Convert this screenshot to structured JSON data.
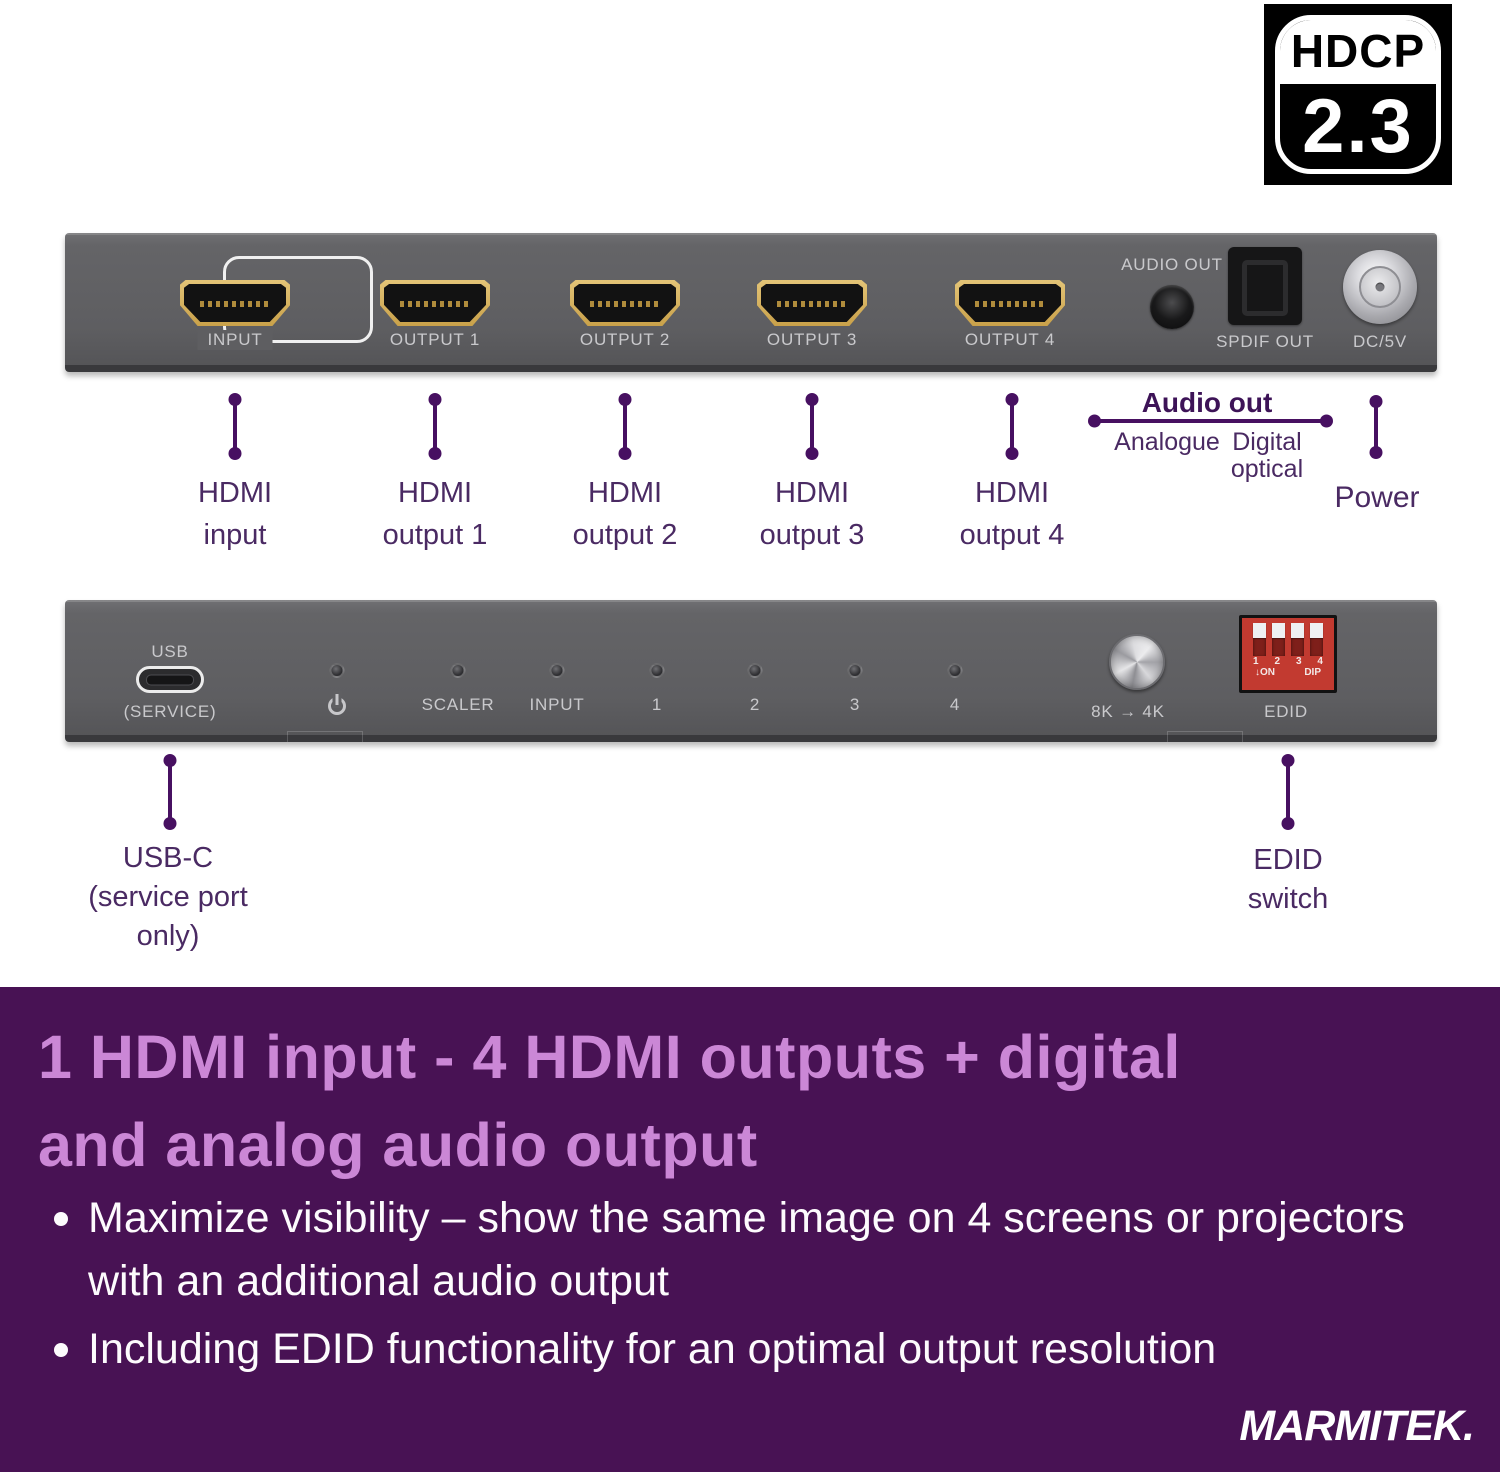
{
  "badge": {
    "line1": "HDCP",
    "line2": "2.3"
  },
  "back_panel": {
    "ports": [
      {
        "label": "INPUT"
      },
      {
        "label": "OUTPUT 1"
      },
      {
        "label": "OUTPUT 2"
      },
      {
        "label": "OUTPUT 3"
      },
      {
        "label": "OUTPUT 4"
      }
    ],
    "audio_out_label": "AUDIO OUT",
    "spdif_label": "SPDIF OUT",
    "dc_label": "DC/5V"
  },
  "back_ann": {
    "hdmi": [
      {
        "line1": "HDMI",
        "line2": "input"
      },
      {
        "line1": "HDMI",
        "line2": "output 1"
      },
      {
        "line1": "HDMI",
        "line2": "output 2"
      },
      {
        "line1": "HDMI",
        "line2": "output 3"
      },
      {
        "line1": "HDMI",
        "line2": "output 4"
      }
    ],
    "audio_title": "Audio out",
    "analogue": "Analogue",
    "digital1": "Digital",
    "digital2": "optical",
    "power": "Power"
  },
  "front_panel": {
    "usb_top": "USB",
    "usb_bottom": "(SERVICE)",
    "power_led_icon": "power-icon",
    "leds": [
      "SCALER",
      "INPUT",
      "1",
      "2",
      "3",
      "4"
    ],
    "scaler_button_label": "8K → 4K",
    "dip": {
      "numbers": [
        "1",
        "2",
        "3",
        "4"
      ],
      "on_label": "↓ON",
      "dip_label": "DIP",
      "label": "EDID"
    }
  },
  "front_ann": {
    "usb": [
      "USB-C",
      "(service port",
      "only)"
    ],
    "edid": [
      "EDID",
      "switch"
    ]
  },
  "info": {
    "heading1": "1 HDMI input - 4 HDMI outputs + digital",
    "heading2": "and analog audio output",
    "bullets": [
      "Maximize visibility – show the same image on 4 screens or projectors with an additional audio output",
      "Including EDID functionality for an optimal output resolution"
    ],
    "brand": "MARMITEK."
  },
  "colors": {
    "annotation_purple": "#471061",
    "info_background": "#481254",
    "heading_pink": "#cb87d6",
    "panel_gray": "#5e5e61",
    "hdmi_gold": "#c9a14a",
    "dip_red": "#c23a30"
  }
}
